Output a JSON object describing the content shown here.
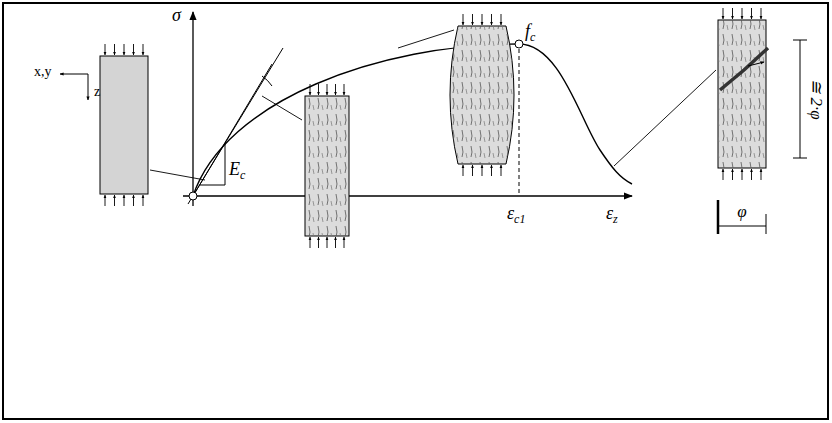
{
  "diagram": {
    "labels": [
      "σ",
      "fc",
      "Ec",
      "εc1",
      "εz",
      "x,y",
      "z",
      "≅ 2·φ",
      "φ"
    ]
  }
}
